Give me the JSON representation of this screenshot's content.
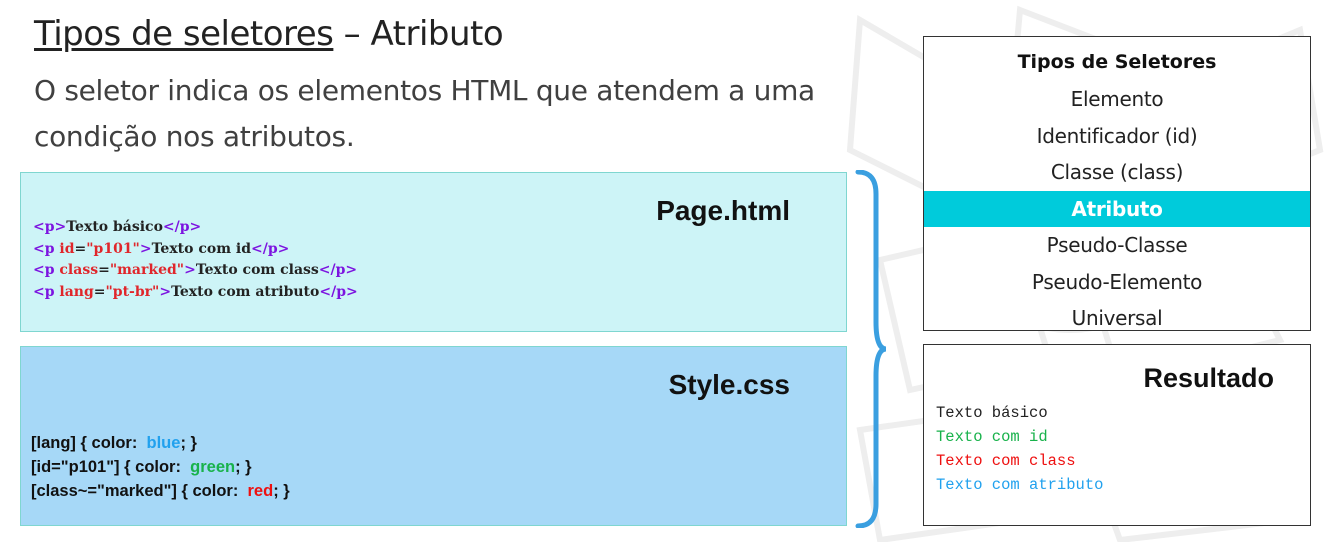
{
  "header": {
    "title_main": "Tipos de seletores",
    "title_rest": " – Atributo",
    "subtitle": "O seletor indica os elementos HTML que atendem a uma condição nos atributos."
  },
  "html_panel": {
    "title": "Page.html",
    "lines": [
      [
        {
          "t": "<p>",
          "c": "tag"
        },
        {
          "t": "Texto básico",
          "c": "txt"
        },
        {
          "t": "</p>",
          "c": "tag"
        }
      ],
      [
        {
          "t": "<p ",
          "c": "tag"
        },
        {
          "t": "id",
          "c": "attr"
        },
        {
          "t": "=",
          "c": "txt"
        },
        {
          "t": "\"p101\"",
          "c": "attr"
        },
        {
          "t": ">",
          "c": "tag"
        },
        {
          "t": "Texto com id",
          "c": "txt"
        },
        {
          "t": "</p>",
          "c": "tag"
        }
      ],
      [
        {
          "t": "<p ",
          "c": "tag"
        },
        {
          "t": "class",
          "c": "attr"
        },
        {
          "t": "=",
          "c": "txt"
        },
        {
          "t": "\"marked\"",
          "c": "attr"
        },
        {
          "t": ">",
          "c": "tag"
        },
        {
          "t": "Texto com class",
          "c": "txt"
        },
        {
          "t": "</p>",
          "c": "tag"
        }
      ],
      [
        {
          "t": "<p ",
          "c": "tag"
        },
        {
          "t": "lang",
          "c": "attr"
        },
        {
          "t": "=",
          "c": "txt"
        },
        {
          "t": "\"pt-br\"",
          "c": "attr"
        },
        {
          "t": ">",
          "c": "tag"
        },
        {
          "t": "Texto com atributo",
          "c": "txt"
        },
        {
          "t": "</p>",
          "c": "tag"
        }
      ]
    ]
  },
  "css_panel": {
    "title": "Style.css",
    "rules": [
      {
        "selector": "[lang]",
        "value": "blue",
        "color": "#21a1ee",
        "cls": "v-blue"
      },
      {
        "selector": "[id=\"p101\"]",
        "value": "green",
        "color": "#18b24b",
        "cls": "v-green"
      },
      {
        "selector": "[class~=\"marked\"]",
        "value": "red",
        "color": "#ee1010",
        "cls": "v-red"
      }
    ],
    "open_text": " { color:  ",
    "close_text": "; }"
  },
  "types_box": {
    "heading": "Tipos de Seletores",
    "items": [
      "Elemento",
      "Identificador (id)",
      "Classe (class)",
      "Atributo",
      "Pseudo-Classe",
      "Pseudo-Elemento",
      "Universal"
    ],
    "active_index": 3,
    "active_color": "#00cbdb"
  },
  "result_box": {
    "title": "Resultado",
    "lines": [
      {
        "text": "Texto básico",
        "color": "#222222"
      },
      {
        "text": "Texto com id",
        "color": "#18b24b"
      },
      {
        "text": "Texto com class",
        "color": "#ee1010"
      },
      {
        "text": "Texto com atributo",
        "color": "#21a1ee"
      }
    ]
  },
  "colors": {
    "html_panel_bg": "#cdf4f7",
    "css_panel_bg": "#a6d8f7",
    "brace": "#3a9fe0",
    "tag": "#7c14e0",
    "attribute": "#e0262b"
  }
}
